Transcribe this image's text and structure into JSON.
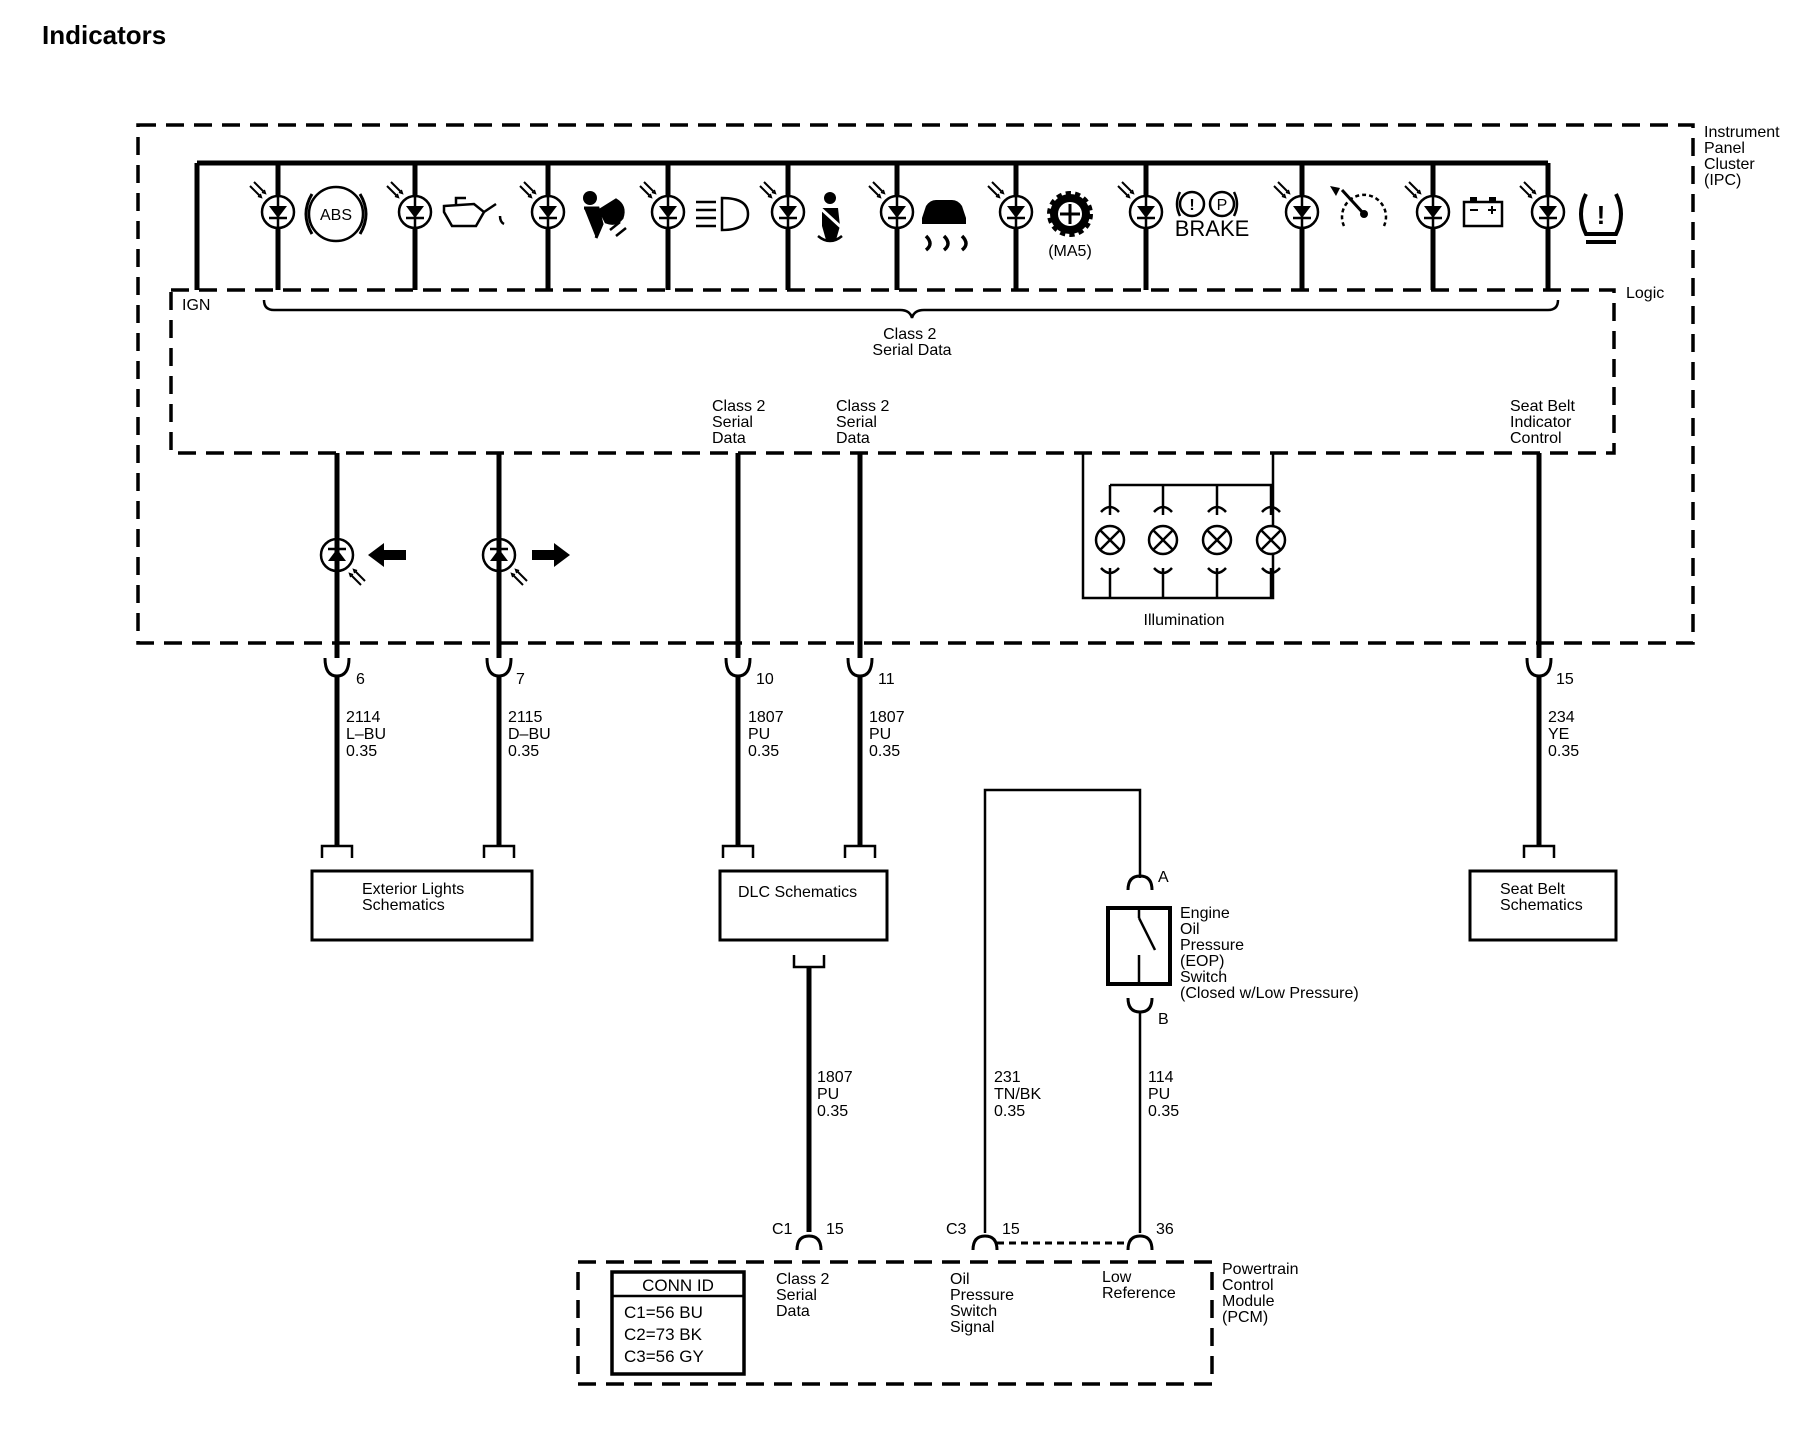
{
  "title": "Indicators",
  "ipc": {
    "label": [
      "Instrument",
      "Panel",
      "Cluster",
      "(IPC)"
    ],
    "logic_label": "Logic",
    "ign_label": "IGN",
    "serial_bus_label": [
      "Class 2",
      "Serial Data"
    ],
    "serial_out_a": [
      "Class 2",
      "Serial",
      "Data"
    ],
    "serial_out_b": [
      "Class 2",
      "Serial",
      "Data"
    ],
    "seatbelt_control": [
      "Seat Belt",
      "Indicator",
      "Control"
    ],
    "illumination_label": "Illumination",
    "indicators": [
      {
        "icon": "abs-icon",
        "text": "ABS"
      },
      {
        "icon": "oil-can-icon",
        "text": ""
      },
      {
        "icon": "airbag-icon",
        "text": ""
      },
      {
        "icon": "headlamp-icon",
        "text": ""
      },
      {
        "icon": "seatbelt-icon",
        "text": ""
      },
      {
        "icon": "traction-control-icon",
        "text": ""
      },
      {
        "icon": "gear-icon",
        "text": "(MA5)"
      },
      {
        "icon": "brake-icon",
        "text": "BRAKE"
      },
      {
        "icon": "speedometer-icon",
        "text": ""
      },
      {
        "icon": "battery-icon",
        "text": ""
      },
      {
        "icon": "tire-pressure-icon",
        "text": "!"
      }
    ]
  },
  "circuits": [
    {
      "pin": "6",
      "circuit": "2114",
      "color": "L–BU",
      "size": "0.35"
    },
    {
      "pin": "7",
      "circuit": "2115",
      "color": "D–BU",
      "size": "0.35"
    },
    {
      "pin": "10",
      "circuit": "1807",
      "color": "PU",
      "size": "0.35"
    },
    {
      "pin": "11",
      "circuit": "1807",
      "color": "PU",
      "size": "0.35"
    },
    {
      "pin": "15",
      "circuit": "234",
      "color": "YE",
      "size": "0.35"
    }
  ],
  "lower_circuits": [
    {
      "circuit": "1807",
      "color": "PU",
      "size": "0.35"
    },
    {
      "circuit": "231",
      "color": "TN/BK",
      "size": "0.35"
    },
    {
      "circuit": "114",
      "color": "PU",
      "size": "0.35"
    }
  ],
  "components": {
    "exterior_lights": [
      "Exterior Lights",
      "Schematics"
    ],
    "dlc": "DLC Schematics",
    "seat_belt": [
      "Seat Belt",
      "Schematics"
    ],
    "eop_switch": [
      "Engine",
      "Oil",
      "Pressure",
      "(EOP)",
      "Switch",
      "(Closed w/Low Pressure)"
    ],
    "eop_pin_a": "A",
    "eop_pin_b": "B"
  },
  "pcm": {
    "label": [
      "Powertrain",
      "Control",
      "Module",
      "(PCM)"
    ],
    "conn_id_title": "CONN ID",
    "conn_ids": [
      "C1=56 BU",
      "C2=73 BK",
      "C3=56 GY"
    ],
    "pins": [
      {
        "conn": "C1",
        "pin": "15"
      },
      {
        "conn": "C3",
        "pin": "15"
      },
      {
        "conn": "",
        "pin": "36"
      }
    ],
    "serial_label": [
      "Class 2",
      "Serial",
      "Data"
    ],
    "oil_label": [
      "Oil",
      "Pressure",
      "Switch",
      "Signal"
    ],
    "low_ref_label": [
      "Low",
      "Reference"
    ]
  }
}
